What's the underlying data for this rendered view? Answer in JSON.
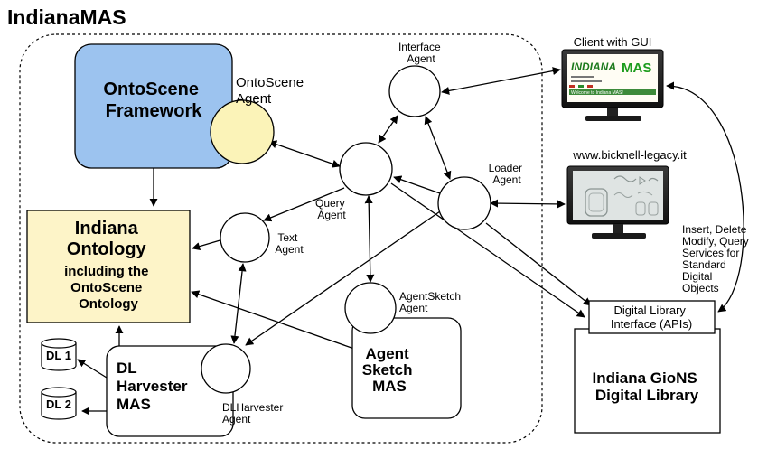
{
  "title": "IndianaMAS",
  "boxes": {
    "ontoscene_framework": [
      "OntoScene",
      "Framework"
    ],
    "indiana_ontology": [
      "Indiana",
      "Ontology",
      "including the",
      "OntoScene",
      "Ontology"
    ],
    "dl_harvester_mas": [
      "DL",
      "Harvester",
      "MAS"
    ],
    "agent_sketch_mas": [
      "Agent",
      "Sketch",
      "MAS"
    ],
    "dl_apis": [
      "Digital Library",
      "Interface (APIs)"
    ],
    "gions_library": [
      "Indiana GioNS",
      "Digital Library"
    ]
  },
  "agents": {
    "ontoscene": [
      "OntoScene",
      "Agent"
    ],
    "interface": [
      "Interface",
      "Agent"
    ],
    "query": [
      "Query",
      "Agent"
    ],
    "loader": [
      "Loader",
      "Agent"
    ],
    "text": [
      "Text",
      "Agent"
    ],
    "agentsketch": [
      "AgentSketch",
      "Agent"
    ],
    "dlharvester": [
      "DLHarvester",
      "Agent"
    ]
  },
  "databases": [
    "DL 1",
    "DL 2"
  ],
  "client": {
    "label": "Client with GUI",
    "screen_brand": "INDIANA",
    "screen_brand2": "MAS",
    "screen_welcome": "Welcome to Indiana MAS!"
  },
  "website": {
    "label": "www.bicknell-legacy.it"
  },
  "operations_note": [
    "Insert, Delete",
    "Modify, Query",
    "Services for",
    "Standard",
    "Digital",
    "Objects"
  ],
  "colors": {
    "framework_fill": "#9cc3ef",
    "ontology_fill": "#fdf4c8",
    "ontoscene_agent_fill": "#fbf3b8"
  }
}
